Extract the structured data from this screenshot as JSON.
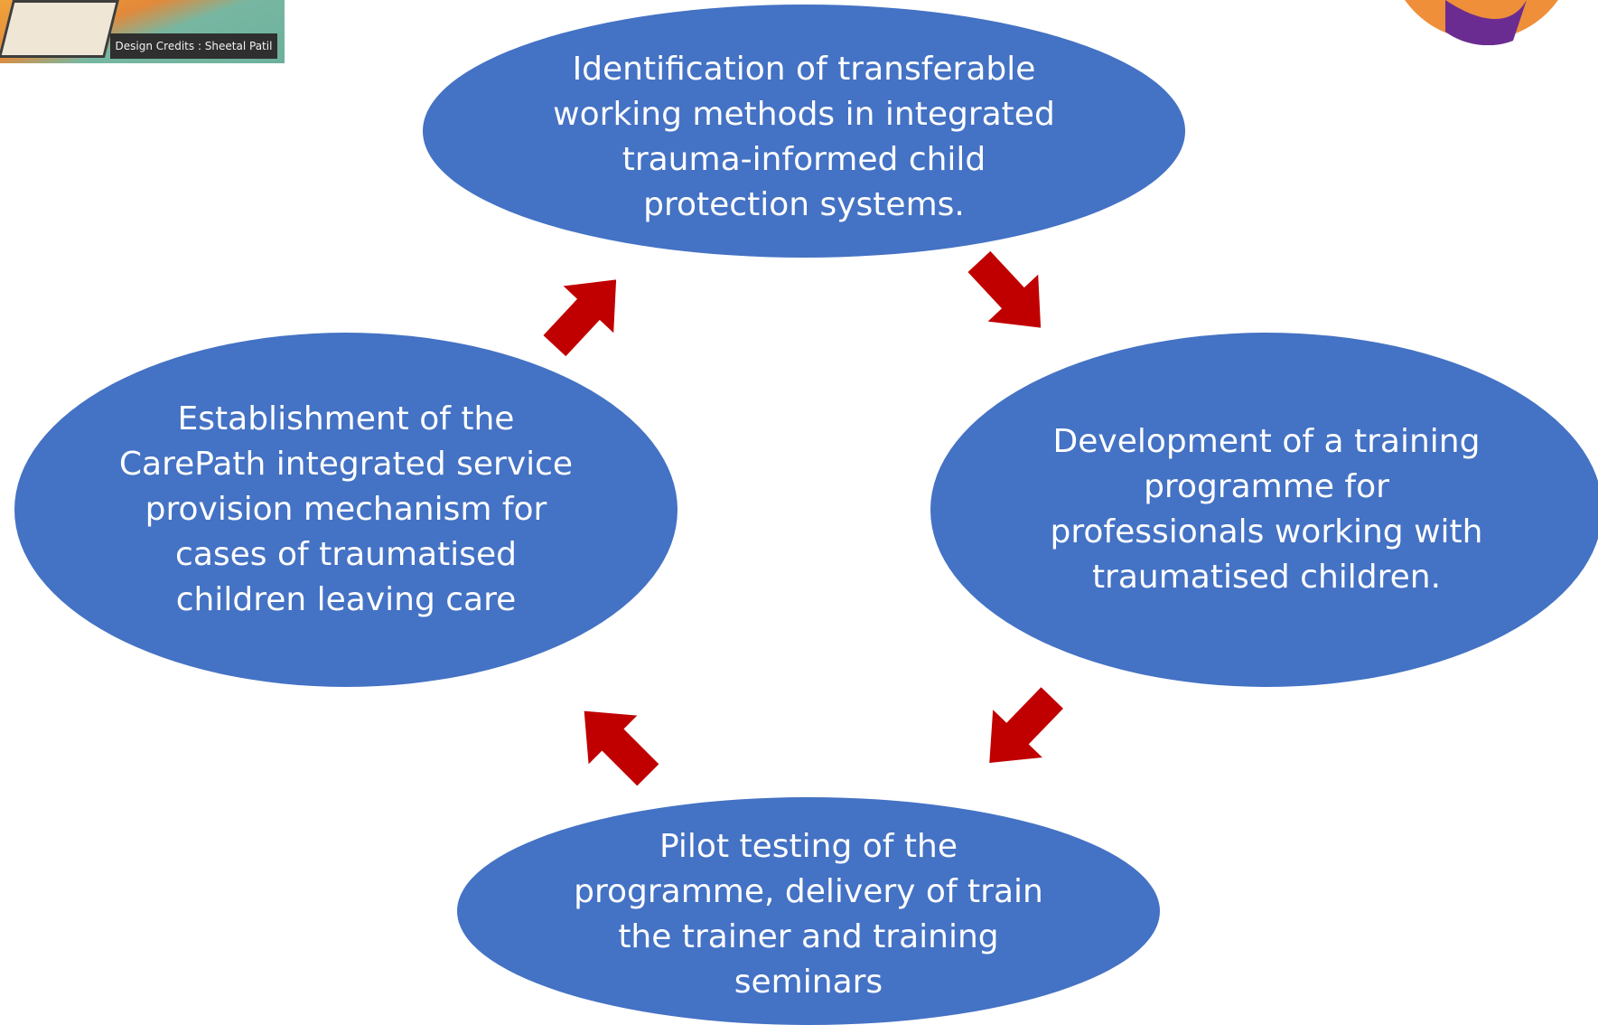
{
  "thumbnail": {
    "credit": "Design Credits : Sheetal Patil"
  },
  "steps": [
    {
      "id": "top",
      "lines": [
        "Identification of transferable",
        "working methods in integrated",
        "trauma-informed child",
        "protection systems."
      ]
    },
    {
      "id": "right",
      "lines": [
        "Development of a training",
        "programme for",
        "professionals working with",
        "traumatised children."
      ]
    },
    {
      "id": "bottom",
      "lines": [
        "Pilot testing of the",
        "programme, delivery of train",
        "the trainer and training",
        "seminars"
      ]
    },
    {
      "id": "left",
      "lines": [
        "Establishment of the",
        "CarePath integrated service",
        "provision mechanism for",
        "cases of traumatised",
        "children leaving care"
      ]
    }
  ],
  "colors": {
    "ellipse": "#4472c4",
    "arrow": "#c00000",
    "text": "#ffffff",
    "logo_purple": "#6a2c91",
    "logo_orange": "#ef8f3a"
  },
  "flow": "clockwise"
}
